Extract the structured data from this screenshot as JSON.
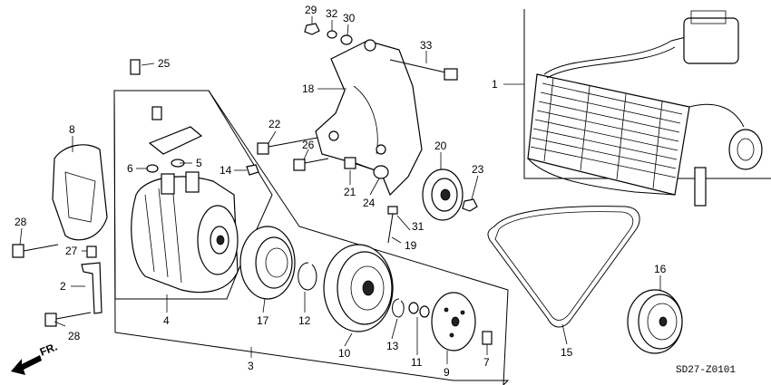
{
  "diagram_code": "SD27-Z0101",
  "direction_label": "FR.",
  "callouts": [
    {
      "id": "c1",
      "text": "1"
    },
    {
      "id": "c2",
      "text": "2"
    },
    {
      "id": "c3",
      "text": "3"
    },
    {
      "id": "c4",
      "text": "4"
    },
    {
      "id": "c5",
      "text": "5"
    },
    {
      "id": "c6",
      "text": "6"
    },
    {
      "id": "c7",
      "text": "7"
    },
    {
      "id": "c8",
      "text": "8"
    },
    {
      "id": "c9",
      "text": "9"
    },
    {
      "id": "c10",
      "text": "10"
    },
    {
      "id": "c11",
      "text": "11"
    },
    {
      "id": "c12",
      "text": "12"
    },
    {
      "id": "c13",
      "text": "13"
    },
    {
      "id": "c14",
      "text": "14"
    },
    {
      "id": "c15",
      "text": "15"
    },
    {
      "id": "c16",
      "text": "16"
    },
    {
      "id": "c17",
      "text": "17"
    },
    {
      "id": "c18",
      "text": "18"
    },
    {
      "id": "c19",
      "text": "19"
    },
    {
      "id": "c20",
      "text": "20"
    },
    {
      "id": "c21",
      "text": "21"
    },
    {
      "id": "c22",
      "text": "22"
    },
    {
      "id": "c23",
      "text": "23"
    },
    {
      "id": "c24",
      "text": "24"
    },
    {
      "id": "c25",
      "text": "25"
    },
    {
      "id": "c26",
      "text": "26"
    },
    {
      "id": "c27",
      "text": "27"
    },
    {
      "id": "c28a",
      "text": "28"
    },
    {
      "id": "c28b",
      "text": "28"
    },
    {
      "id": "c29",
      "text": "29"
    },
    {
      "id": "c30",
      "text": "30"
    },
    {
      "id": "c31",
      "text": "31"
    },
    {
      "id": "c32",
      "text": "32"
    },
    {
      "id": "c33",
      "text": "33"
    }
  ]
}
